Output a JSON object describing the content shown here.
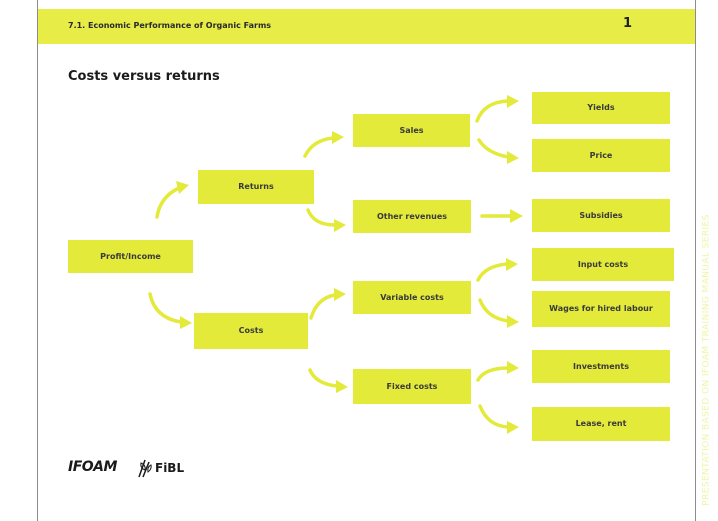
{
  "header": {
    "title": "7.1. Economic Performance of Organic Farms",
    "page_number": "1"
  },
  "slide": {
    "heading": "Costs versus returns"
  },
  "diagram": {
    "nodes": {
      "profit": "Profit/Income",
      "returns": "Returns",
      "costs": "Costs",
      "sales": "Sales",
      "other_revenues": "Other revenues",
      "variable_costs": "Variable costs",
      "fixed_costs": "Fixed costs",
      "yields": "Yields",
      "price": "Price",
      "subsidies": "Subsidies",
      "input_costs": "Input costs",
      "wages": "Wages for hired labour",
      "investments": "Investments",
      "lease_rent": "Lease, rent"
    }
  },
  "side_text": "PRESENTATION BASED ON IFOAM TRAINING MANUAL SERIES",
  "logos": {
    "ifoam": "IFOAM",
    "fibl": "FiBL"
  },
  "colors": {
    "accent": "#e3ea3a",
    "header": "#e8ec47"
  }
}
